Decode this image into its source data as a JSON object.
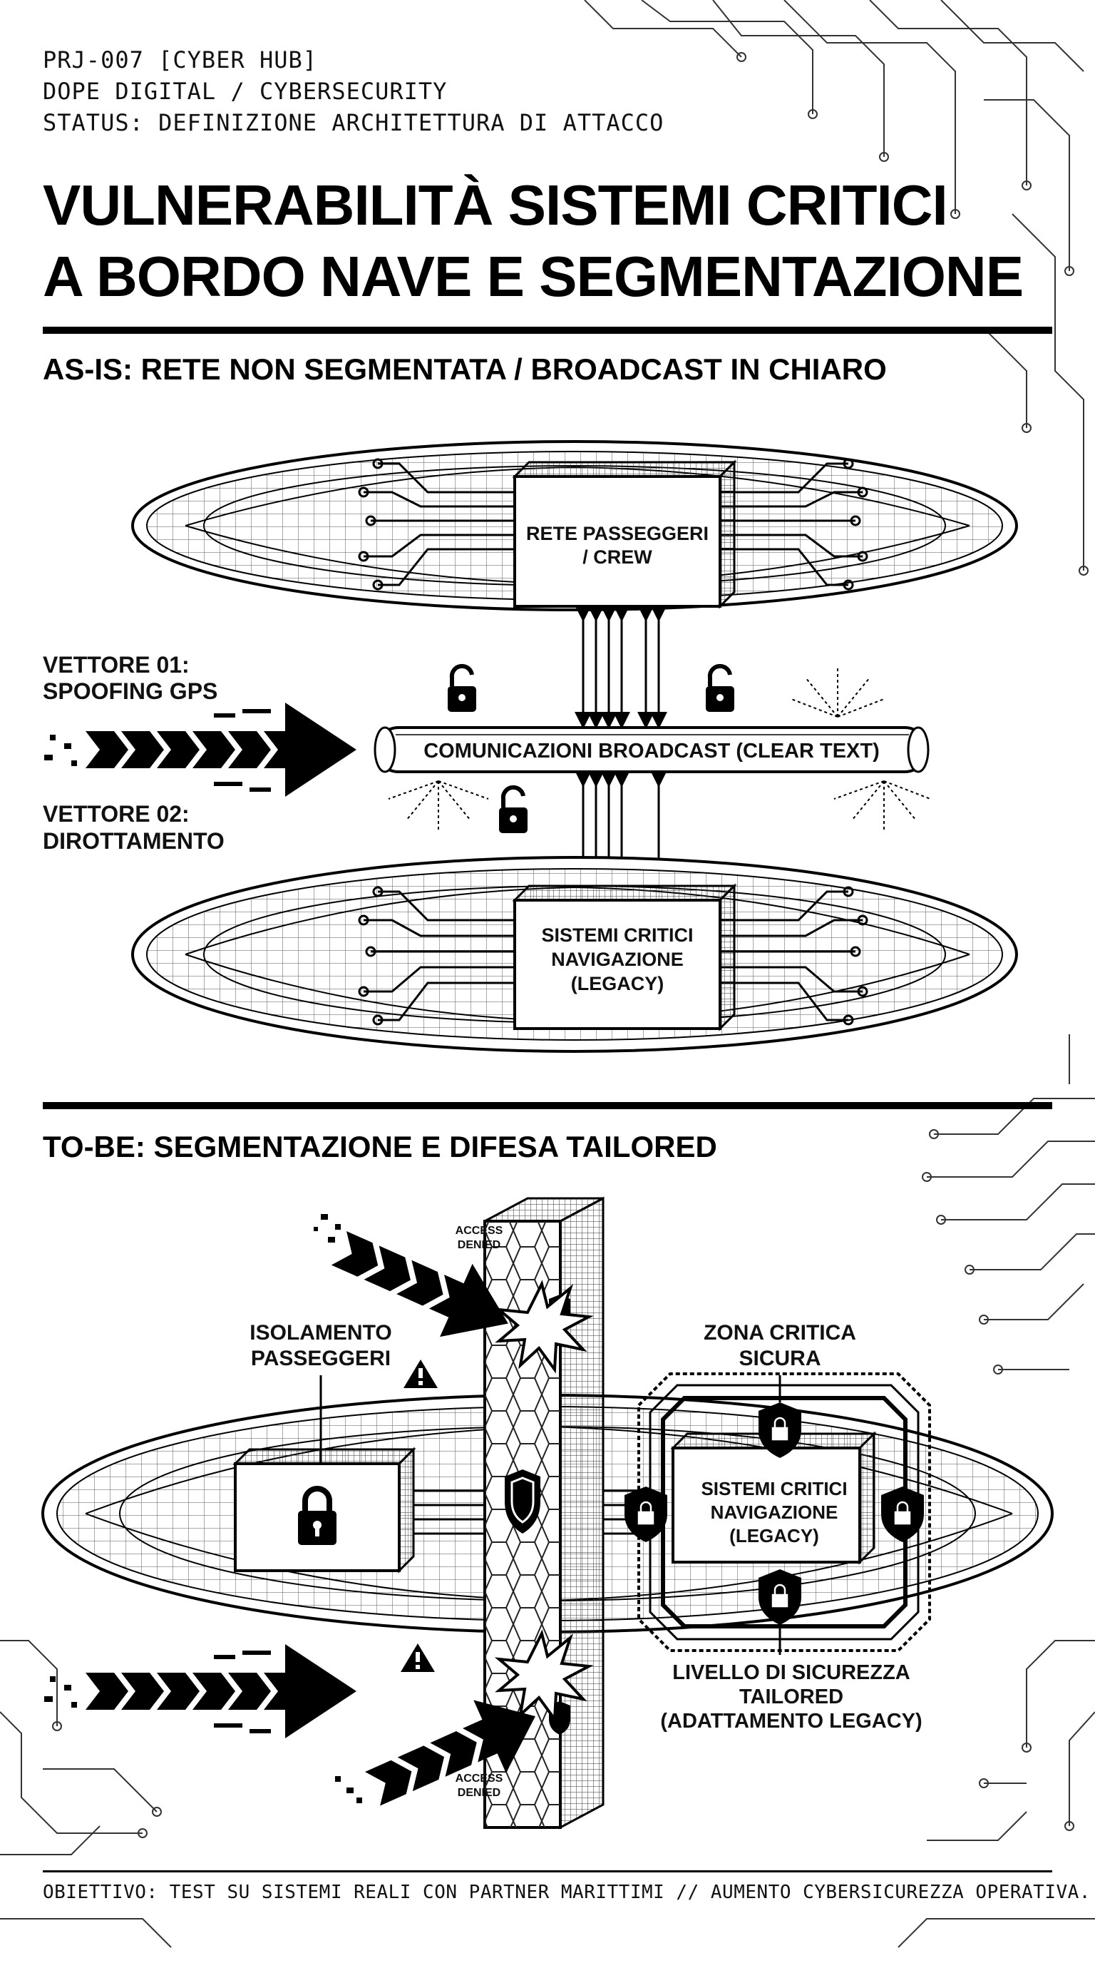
{
  "meta": {
    "line1": "PRJ-007 [CYBER HUB]",
    "line2": "DOPE DIGITAL / CYBERSECURITY",
    "line3": "STATUS: DEFINIZIONE ARCHITETTURA DI ATTACCO"
  },
  "title": {
    "line1": "VULNERABILITÀ SISTEMI CRITICI",
    "line2": "A BORDO NAVE E SEGMENTAZIONE"
  },
  "as_is": {
    "heading": "AS-IS: RETE NON SEGMENTATA / BROADCAST IN CHIARO",
    "passenger_box": [
      "RETE PASSEGGERI",
      "/ CREW"
    ],
    "broadcast_label": "COMUNICAZIONI BROADCAST (CLEAR TEXT)",
    "critical_box": [
      "SISTEMI CRITICI",
      "NAVIGAZIONE",
      "(LEGACY)"
    ],
    "vector1": [
      "VETTORE 01:",
      "SPOOFING GPS"
    ],
    "vector2": [
      "VETTORE 02:",
      "DIROTTAMENTO"
    ],
    "icons": [
      "unlocked-padlock-icon",
      "broadcast-signal-icon"
    ]
  },
  "to_be": {
    "heading": "TO-BE: SEGMENTAZIONE E DIFESA TAILORED",
    "isolation_label": [
      "ISOLAMENTO",
      "PASSEGGERI"
    ],
    "secure_zone_label": [
      "ZONA CRITICA",
      "SICURA"
    ],
    "critical_box": [
      "SISTEMI CRITICI",
      "NAVIGAZIONE",
      "(LEGACY)"
    ],
    "security_level_label": [
      "LIVELLO DI SICUREZZA",
      "TAILORED",
      "(ADATTAMENTO LEGACY)"
    ],
    "access_denied": [
      "ACCESS",
      "DENIED"
    ],
    "icons": [
      "padlock-icon",
      "shield-icon",
      "warning-icon",
      "explosion-icon"
    ]
  },
  "footer": {
    "text": "OBIETTIVO: TEST SU SISTEMI REALI CON PARTNER MARITTIMI // AUMENTO CYBERSICUREZZA OPERATIVA."
  }
}
